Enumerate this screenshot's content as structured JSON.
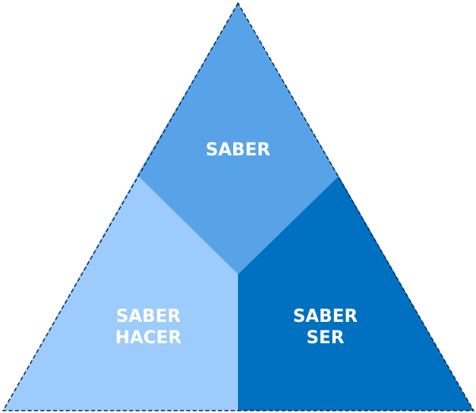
{
  "segments": {
    "top": {
      "label": "SABER",
      "color": "#58a3e8"
    },
    "left": {
      "line1": "SABER",
      "line2": "HACER",
      "color": "#9ccbfc"
    },
    "right": {
      "line1": "SABER",
      "line2": "SER",
      "color": "#0070c0"
    }
  },
  "border_color": "#0d2a5c"
}
